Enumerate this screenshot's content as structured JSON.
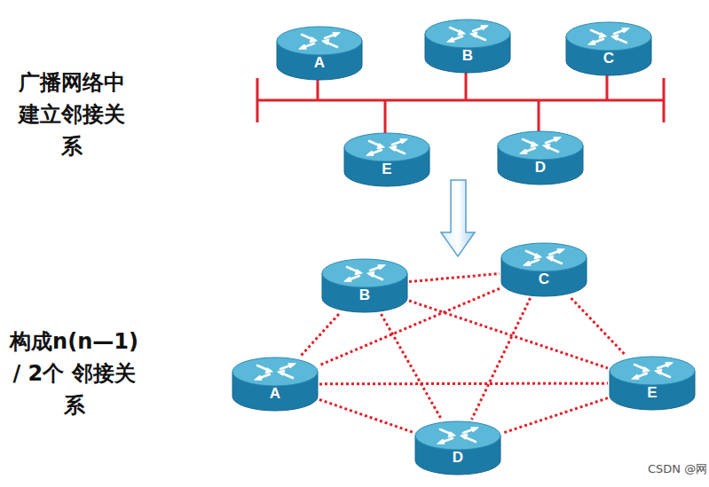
{
  "diagram": {
    "nodes": [
      {
        "text": [
          "A"
        ]
      },
      {
        "text": [
          "B"
        ]
      },
      {
        "text": [
          "C"
        ]
      },
      {
        "text": [
          "E"
        ]
      },
      {
        "text": [
          "D"
        ]
      },
      {
        "text": [
          "B"
        ]
      },
      {
        "text": [
          "C"
        ]
      },
      {
        "text": [
          "A"
        ]
      },
      {
        "text": [
          "E"
        ]
      },
      {
        "text": [
          "D"
        ]
      }
    ],
    "edges": [
      {
        "from": 5,
        "to": 6,
        "arrow": "none"
      },
      {
        "from": 5,
        "to": 7,
        "arrow": "none"
      },
      {
        "from": 5,
        "to": 8,
        "arrow": "none"
      },
      {
        "from": 5,
        "to": 9,
        "arrow": "none"
      },
      {
        "from": 6,
        "to": 7,
        "arrow": "none"
      },
      {
        "from": 6,
        "to": 8,
        "arrow": "none"
      },
      {
        "from": 6,
        "to": 9,
        "arrow": "none"
      },
      {
        "from": 7,
        "to": 8,
        "arrow": "none"
      },
      {
        "from": 7,
        "to": 9,
        "arrow": "none"
      },
      {
        "from": 8,
        "to": 9,
        "arrow": "none"
      }
    ],
    "labels": [
      "广播网络中 建立邻接关系",
      "构成n(n—1) / 2个 邻接关系",
      "CSDN @网"
    ]
  }
}
